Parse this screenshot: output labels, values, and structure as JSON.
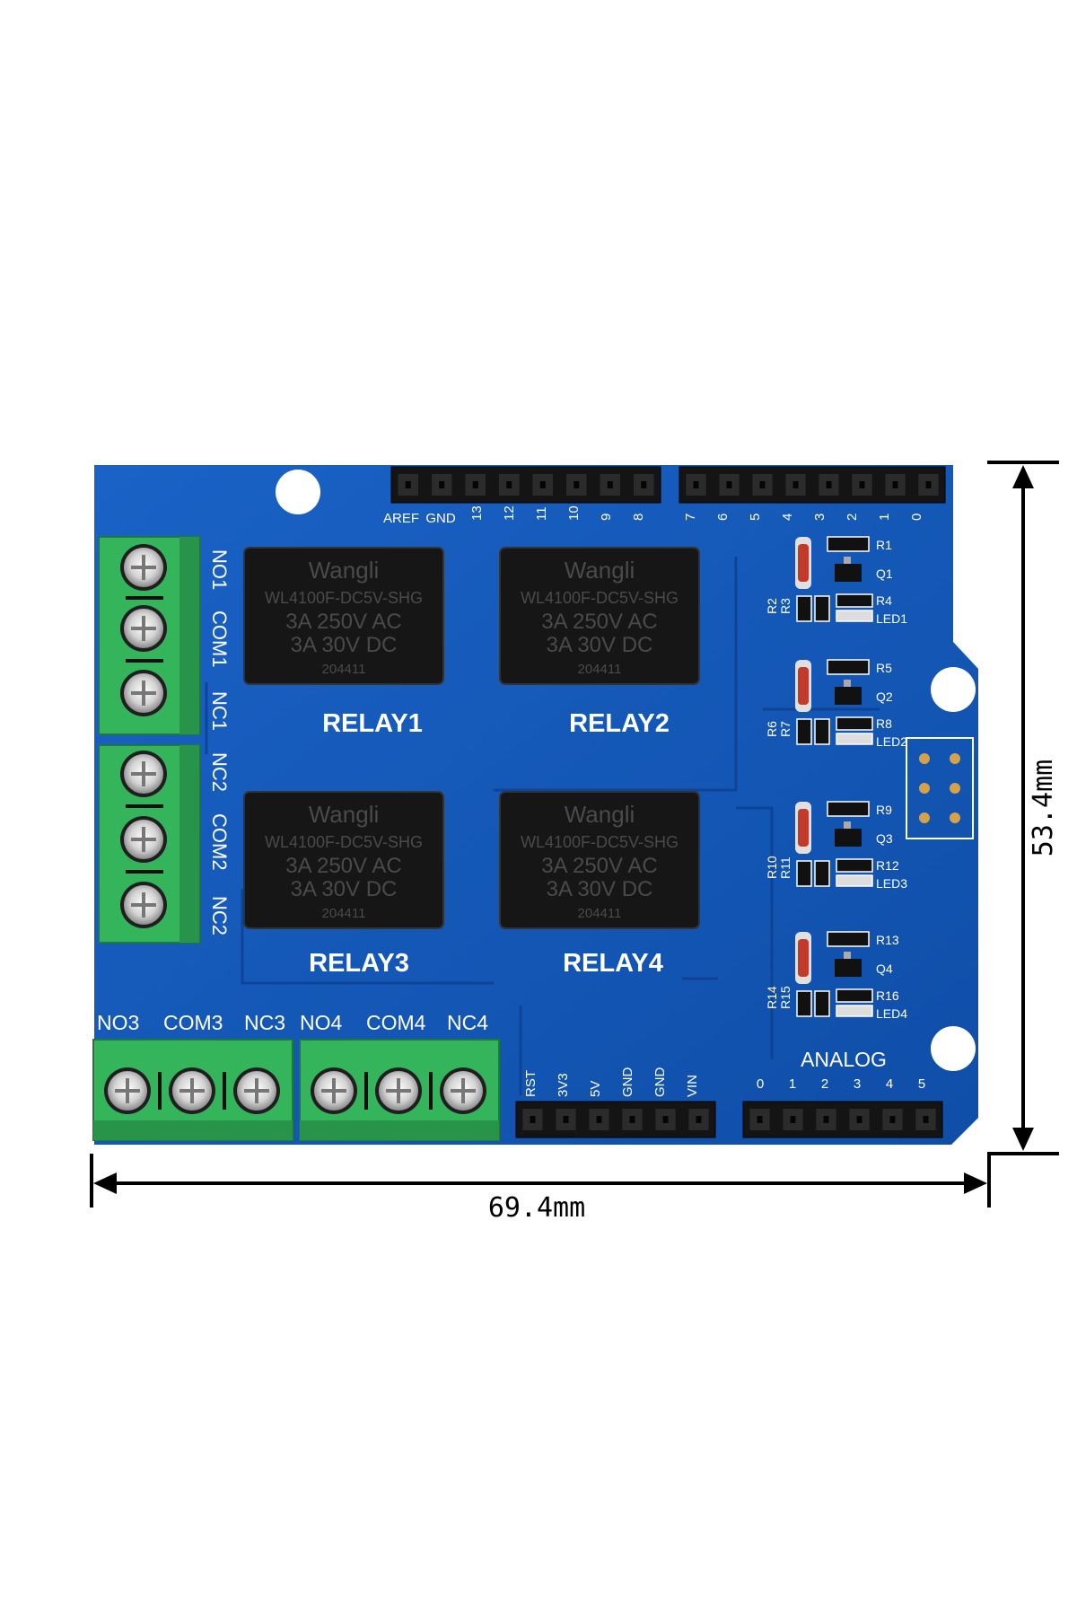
{
  "dimensions": {
    "width_label": "69.4mm",
    "height_label": "53.4mm"
  },
  "board": {
    "top_header_labels": [
      "AREF",
      "GND",
      "13",
      "12",
      "11",
      "10",
      "9",
      "8"
    ],
    "digital_labels": [
      "7",
      "6",
      "5",
      "4",
      "3",
      "2",
      "1",
      "0"
    ],
    "power_labels": [
      "RST",
      "3V3",
      "5V",
      "GND",
      "GND",
      "VIN"
    ],
    "analog_title": "ANALOG",
    "analog_labels": [
      "0",
      "1",
      "2",
      "3",
      "4",
      "5"
    ],
    "relays": [
      {
        "label": "RELAY1",
        "brand": "Wangli",
        "model": "WL4100F-DC5V-SHG",
        "rating_ac": "3A 250V AC",
        "rating_dc": "3A 30V DC",
        "code": "204411"
      },
      {
        "label": "RELAY2",
        "brand": "Wangli",
        "model": "WL4100F-DC5V-SHG",
        "rating_ac": "3A 250V AC",
        "rating_dc": "3A 30V DC",
        "code": "204411"
      },
      {
        "label": "RELAY3",
        "brand": "Wangli",
        "model": "WL4100F-DC5V-SHG",
        "rating_ac": "3A 250V AC",
        "rating_dc": "3A 30V DC",
        "code": "204411"
      },
      {
        "label": "RELAY4",
        "brand": "Wangli",
        "model": "WL4100F-DC5V-SHG",
        "rating_ac": "3A 250V AC",
        "rating_dc": "3A 30V DC",
        "code": "204411"
      }
    ],
    "left_terminal_labels": [
      "NO1",
      "COM1",
      "NC1",
      "NC2",
      "COM2",
      "NC2"
    ],
    "bottom_terminal_labels": [
      "NO3",
      "COM3",
      "NC3",
      "NO4",
      "COM4",
      "NC4"
    ],
    "components": {
      "r1": "R1",
      "q1": "Q1",
      "r2": "R2",
      "r3": "R3",
      "r4": "R4",
      "led1": "LED1",
      "r5": "R5",
      "q2": "Q2",
      "r6": "R6",
      "r7": "R7",
      "r8": "R8",
      "led2": "LED2",
      "r9": "R9",
      "q3": "Q3",
      "r10": "R10",
      "r11": "R11",
      "r12": "R12",
      "led3": "LED3",
      "r13": "R13",
      "q4": "Q4",
      "r14": "R14",
      "r15": "R15",
      "r16": "R16",
      "led4": "LED4"
    }
  },
  "colors": {
    "pcb": "#1257b8",
    "terminal": "#34b55c",
    "relay": "#161616",
    "header": "#141414"
  }
}
